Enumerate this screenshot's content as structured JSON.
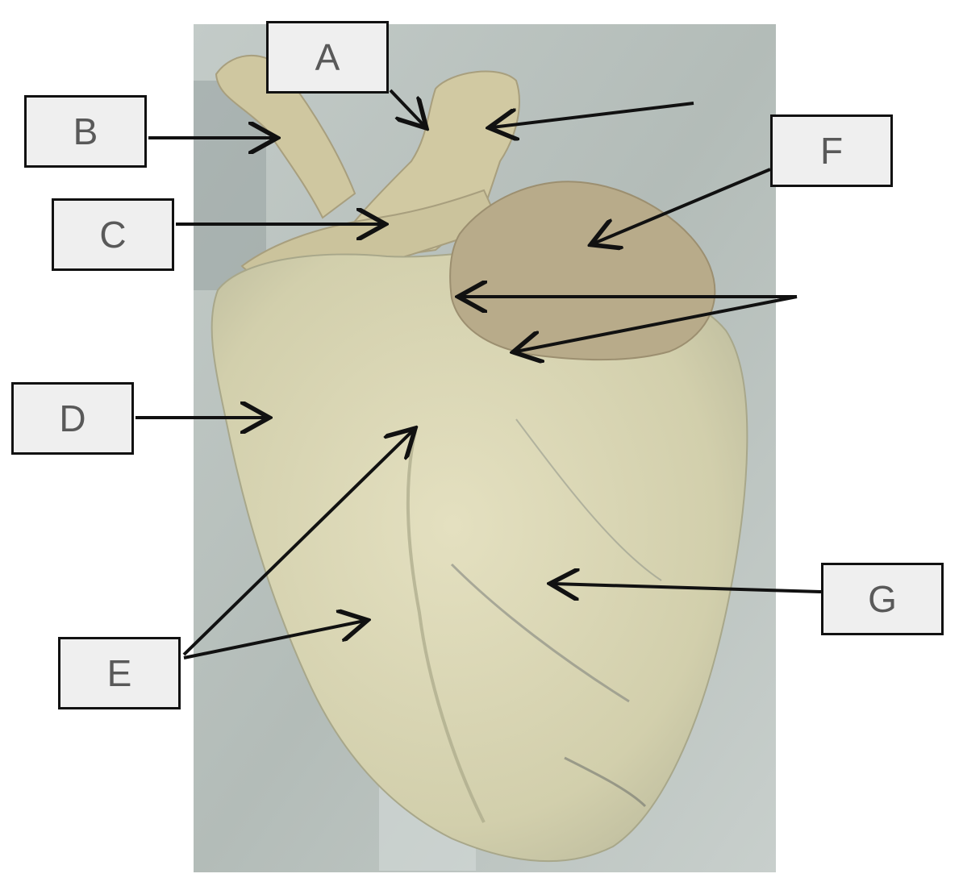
{
  "colors": {
    "background_paper": "#b9c2bf",
    "heart_tissue": "#d9d5b0",
    "atrium_tissue": "#b5a888",
    "vessel_tissue": "#cfc7a0",
    "arrow": "#111111",
    "label_fill": "#efefef",
    "label_text": "#595959"
  },
  "labels": {
    "a": "A",
    "b": "B",
    "c": "C",
    "d": "D",
    "e": "E",
    "f": "F",
    "g": "G"
  }
}
